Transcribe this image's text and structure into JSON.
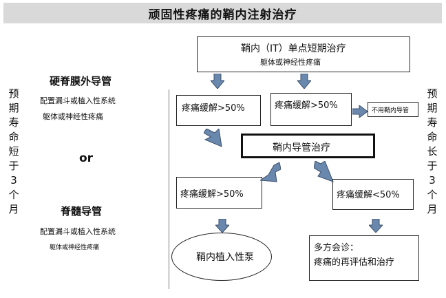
{
  "title": "顽固性疼痛的鞘内注射治疗",
  "left": {
    "epidural_title": "硬脊膜外导管",
    "epidural_line1": "配置漏斗或植入性系统",
    "epidural_line2": "躯体或神经性疼痛",
    "or_label": "or",
    "spinal_title": "脊髓导管",
    "spinal_line1": "配置漏斗或植入性系统",
    "spinal_line2": "躯体或神经性疼痛",
    "vertical_left": [
      "预",
      "期",
      "寿",
      "命",
      "短",
      "于",
      "3",
      "个",
      "月"
    ]
  },
  "right_vertical": [
    "预",
    "期",
    "寿",
    "命",
    "长",
    "于",
    "3",
    "个",
    "月"
  ],
  "flow": {
    "top_box_title": "鞘内（IT）单点短期治疗",
    "top_box_sub": "躯体或神经性疼痛",
    "relief_left": "疼痛缓解>50%",
    "relief_right": "疼痛缓解>50%",
    "no_catheter": "不用鞘内导管",
    "catheter_therapy": "鞘内导管治疗",
    "relief_lower_left": "疼痛缓解>50%",
    "relief_lower_right": "疼痛缓解<50%",
    "implant_pump": "鞘内植入性泵",
    "mdt_line1": "多方会诊：",
    "mdt_line2": "疼痛的再评估和治疗"
  },
  "colors": {
    "arrow": "#6a88ae",
    "arrow_border": "#3b4f6b",
    "title_bg": "#d9d9d9"
  }
}
